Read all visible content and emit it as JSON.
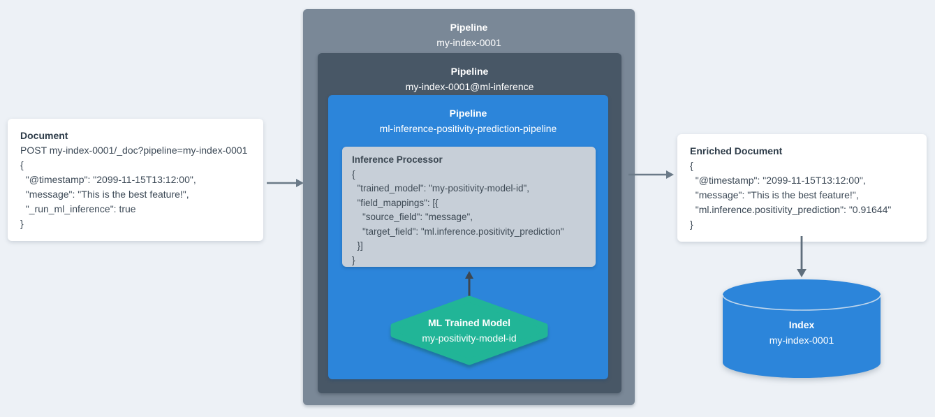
{
  "diagram": {
    "input_document": {
      "title": "Document",
      "lines": [
        "POST my-index-0001/_doc?pipeline=my-index-0001",
        "{",
        "  \"@timestamp\": \"2099-11-15T13:12:00\",",
        "  \"message\": \"This is the best feature!\",",
        "  \"_run_ml_inference\": true",
        "}"
      ]
    },
    "outer_pipeline": {
      "title": "Pipeline",
      "name": "my-index-0001"
    },
    "ml_inference_pipeline": {
      "title": "Pipeline",
      "name": "my-index-0001@ml-inference"
    },
    "prediction_pipeline": {
      "title": "Pipeline",
      "name": "ml-inference-positivity-prediction-pipeline"
    },
    "inference_processor": {
      "title": "Inference Processor",
      "lines": [
        "{",
        "  \"trained_model\": \"my-positivity-model-id\",",
        "  \"field_mappings\": [{",
        "    \"source_field\": \"message\",",
        "    \"target_field\": \"ml.inference.positivity_prediction\"",
        "  }]",
        "}"
      ]
    },
    "trained_model": {
      "title": "ML Trained Model",
      "name": "my-positivity-model-id"
    },
    "enriched_document": {
      "title": "Enriched Document",
      "lines": [
        "{",
        "  \"@timestamp\": \"2099-11-15T13:12:00\",",
        "  \"message\": \"This is the best feature!\",",
        "  \"ml.inference.positivity_prediction\": \"0.91644\"",
        "}"
      ]
    },
    "index": {
      "title": "Index",
      "name": "my-index-0001"
    },
    "colors": {
      "background": "#EDF1F6",
      "outer_pipeline_bg": "#7A8897",
      "ml_inference_pipeline_bg": "#485766",
      "prediction_pipeline_bg": "#2C85DA",
      "processor_bg": "#C7CFD8",
      "model_hexagon_bg": "#21B597",
      "index_cylinder_bg": "#2C85DA",
      "card_bg": "#FFFFFF",
      "flow_arrow": "#6B7A88",
      "model_arrow": "#3D4751",
      "text_dark": "#33404C",
      "text_light": "#FFFFFF"
    }
  }
}
